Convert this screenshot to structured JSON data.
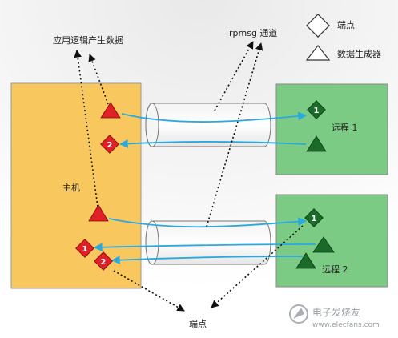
{
  "labels": {
    "app_data": "应用逻辑产生数据",
    "rpmsg_channel": "rpmsg 通道",
    "host": "主机",
    "remote1": "远程 1",
    "remote2": "远程 2",
    "endpoint_bottom": "端点"
  },
  "legend": {
    "endpoint": "端点",
    "data_generator": "数据生成器"
  },
  "markers": {
    "host_ep_top": "2",
    "host_ep_mid": "1",
    "host_ep_bot": "2",
    "remote1_ep": "1",
    "remote2_ep": "1"
  },
  "watermark": {
    "cn": "电子发烧友",
    "en": "www.elecfans.com"
  },
  "colors": {
    "host_fill": "#f8c85e",
    "remote_fill": "#7ccb84",
    "red": "#e11f26",
    "green": "#1a6b2a",
    "arrow_blue": "#2aa9df",
    "dotted": "#333333"
  }
}
